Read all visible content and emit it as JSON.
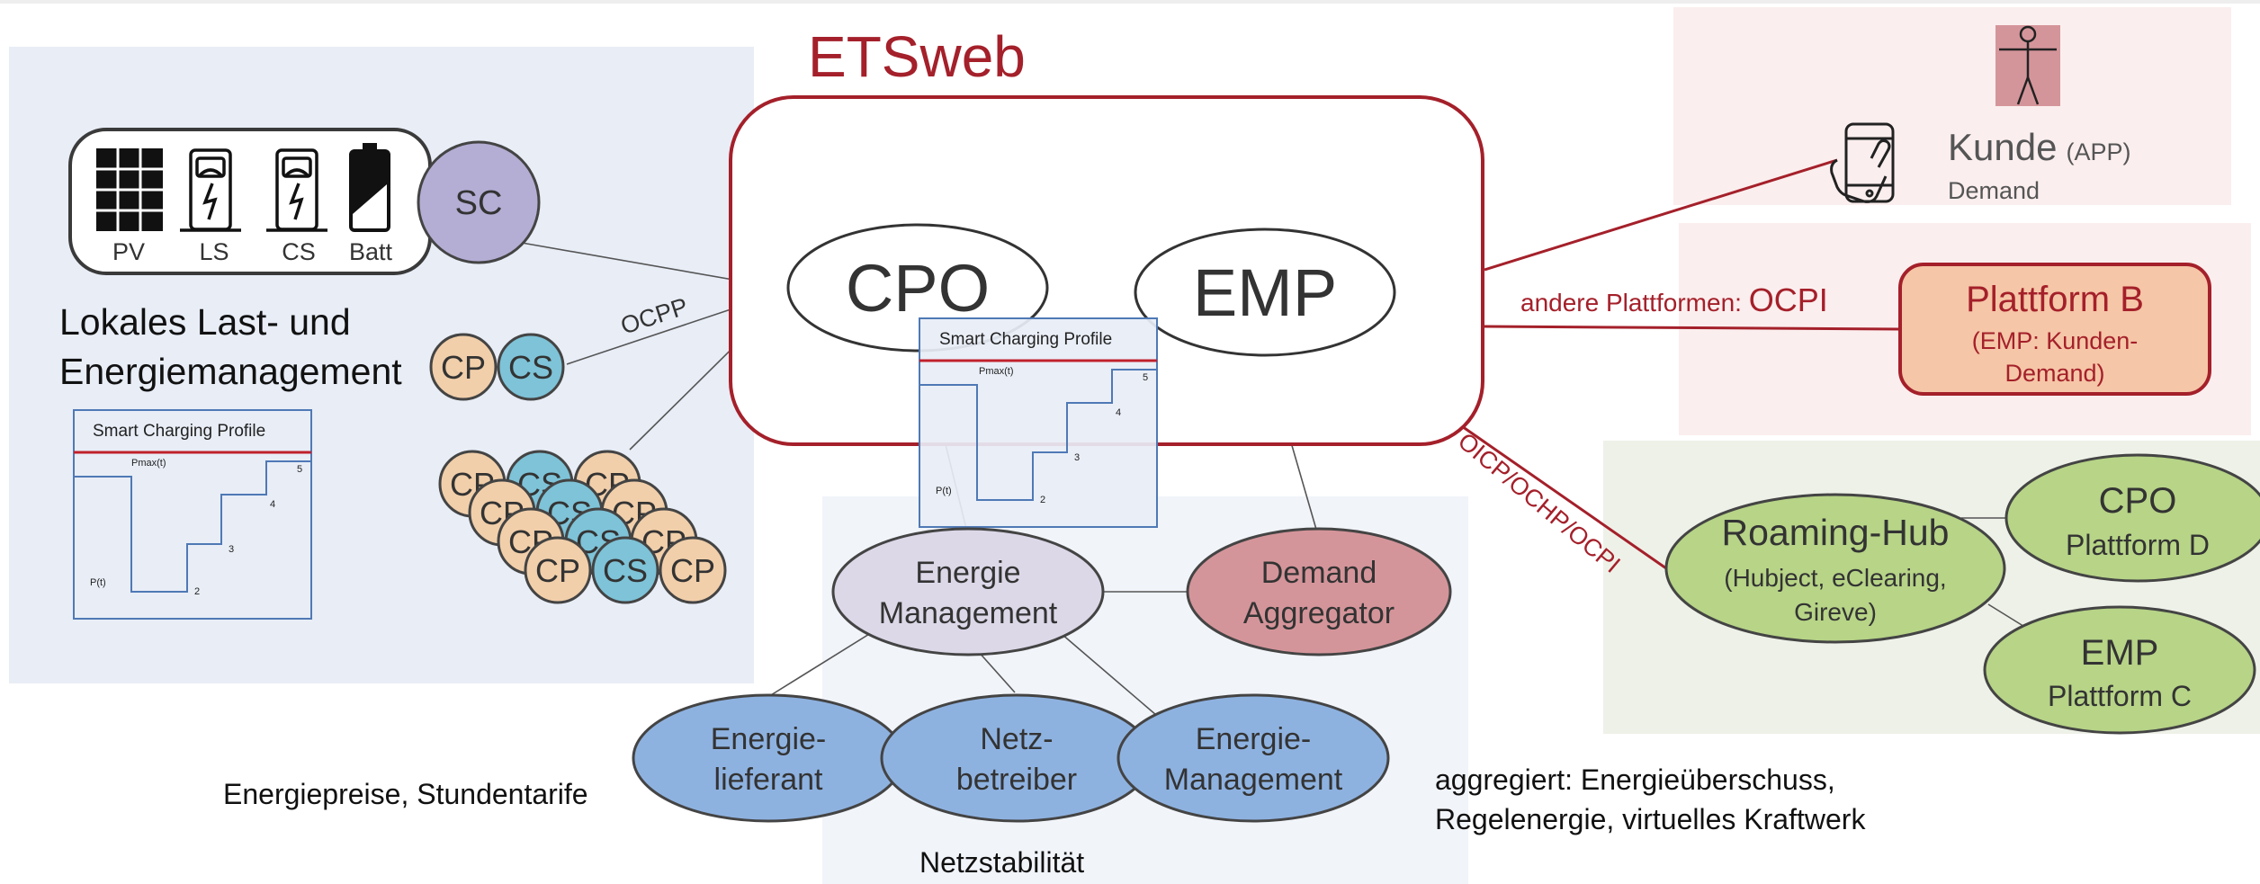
{
  "title": "ETSweb",
  "local": {
    "devices": [
      {
        "icon": "solar-panel-icon",
        "label": "PV"
      },
      {
        "icon": "charging-station-icon",
        "label": "LS"
      },
      {
        "icon": "charging-station-icon",
        "label": "CS"
      },
      {
        "icon": "battery-icon",
        "label": "Batt"
      }
    ],
    "sc_label": "SC",
    "heading_line1": "Lokales Last- und",
    "heading_line2": "Energiemanagement",
    "cp_label": "CP",
    "cs_label": "CS",
    "ocpp_label": "OCPP"
  },
  "profile": {
    "title": "Smart Charging Profile",
    "pmax_label": "Pmax(t)",
    "p_label": "P(t)",
    "steps": [
      "2",
      "3",
      "4",
      "5"
    ]
  },
  "platform": {
    "cpo": "CPO",
    "emp": "EMP"
  },
  "energy": {
    "mgmt_line1": "Energie",
    "mgmt_line2": "Management",
    "demand_line1": "Demand",
    "demand_line2": "Aggregator",
    "supplier_line1": "Energie-",
    "supplier_line2": "lieferant",
    "grid_line1": "Netz-",
    "grid_line2": "betreiber",
    "mgmt2_line1": "Energie-",
    "mgmt2_line2": "Management",
    "prices_text": "Energiepreise, Stundentarife",
    "stability_text": "Netzstabilität",
    "aggregated_line1": "aggregiert: Energieüberschuss,",
    "aggregated_line2": "Regelenergie, virtuelles Kraftwerk"
  },
  "customer": {
    "name": "Kunde",
    "suffix": "(APP)",
    "sub": "Demand",
    "person_icon": "person-icon",
    "phone_icon": "smartphone-touch-icon"
  },
  "ocpi": {
    "prefix": "andere Plattformen: ",
    "protocol": "OCPI",
    "platform_b_title": "Plattform B",
    "platform_b_sub1": "(EMP: Kunden-",
    "platform_b_sub2": "Demand)"
  },
  "roaming": {
    "protocols": "OICP/OCHP/OCPI",
    "hub_title": "Roaming-Hub",
    "hub_sub1": "(Hubject, eClearing,",
    "hub_sub2": "Gireve)",
    "cpo_title": "CPO",
    "cpo_sub": "Plattform D",
    "emp_title": "EMP",
    "emp_sub": "Plattform C"
  },
  "colors": {
    "dark_red": "#a4202a",
    "local_bg": "#e8edf6",
    "grid_bg": "#f1f4f9",
    "customer_bg": "#fbeeee",
    "roaming_bg": "#eef1e8",
    "sc_fill": "#b4aed4",
    "cp_fill": "#f1cfaa",
    "cs_fill": "#7ec3d8",
    "mgmt_fill": "#dcd8e8",
    "demand_fill": "#d4959a",
    "blue_fill": "#8eb2e0",
    "platform_b_fill": "#f5c6a7",
    "green_fill": "#b7d487"
  }
}
